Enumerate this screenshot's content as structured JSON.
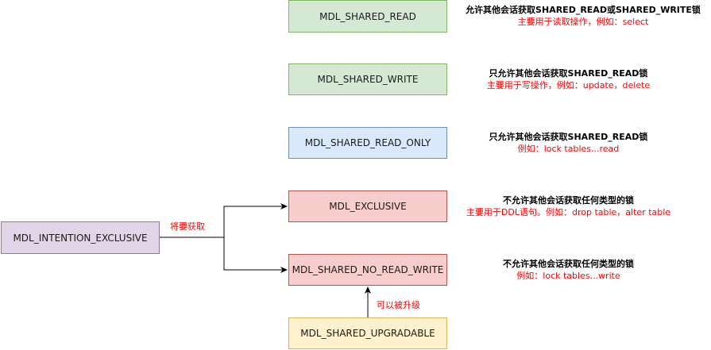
{
  "nodes": {
    "shared_read": "MDL_SHARED_READ",
    "shared_write": "MDL_SHARED_WRITE",
    "shared_read_only": "MDL_SHARED_READ_ONLY",
    "exclusive": "MDL_EXCLUSIVE",
    "shared_no_read_write": "MDL_SHARED_NO_READ_WRITE",
    "intention_exclusive": "MDL_INTENTION_EXCLUSIVE",
    "shared_upgradable": "MDL_SHARED_UPGRADABLE"
  },
  "notes": {
    "shared_read": {
      "title": "允许其他会话获取SHARED_READ或SHARED_WRITE锁",
      "sub": "主要用于读取操作，例如：select"
    },
    "shared_write": {
      "title": "只允许其他会话获取SHARED_READ锁",
      "sub": "主要用于写操作，例如：update，delete"
    },
    "shared_read_only": {
      "title": "只允许其他会话获取SHARED_READ锁",
      "sub": "例如：lock tables...read"
    },
    "exclusive": {
      "title": "不允许其他会话获取任何类型的锁",
      "sub": "主要用于DDL语句。例如：drop table，alter table"
    },
    "shared_no_read_write": {
      "title": "不允许其他会话获取任何类型的锁",
      "sub": "例如：lock tables...write"
    }
  },
  "edge_labels": {
    "acquire": "将要获取",
    "upgrade": "可以被升级"
  },
  "colors": {
    "green_fill": "#d5e8d4",
    "blue_fill": "#dae8fc",
    "red_fill": "#f8cecc",
    "purple_fill": "#e1d5e7",
    "yellow_fill": "#fff2cc",
    "annotation_red": "#ff0000"
  }
}
